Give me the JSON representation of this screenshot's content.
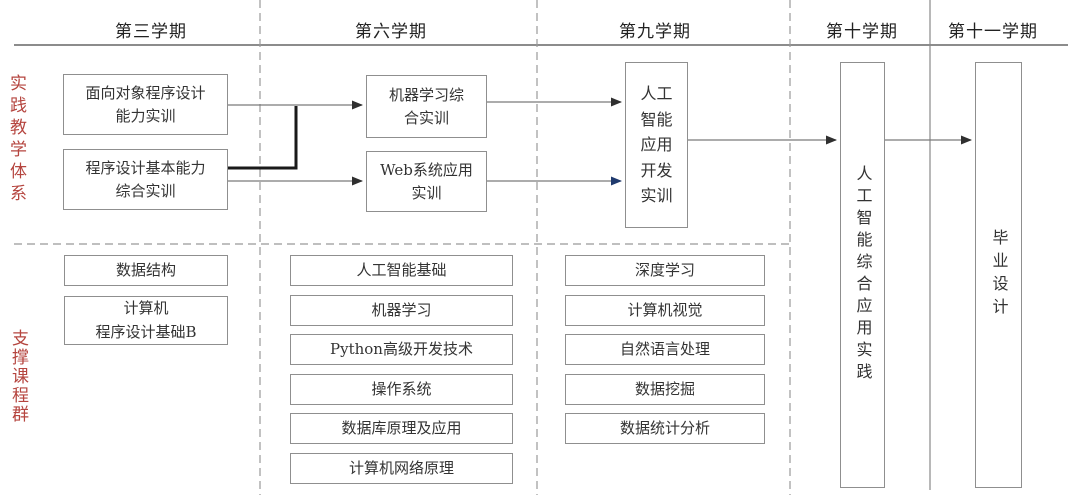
{
  "headers": {
    "sem3": "第三学期",
    "sem6": "第六学期",
    "sem9": "第九学期",
    "sem10": "第十学期",
    "sem11": "第十一学期"
  },
  "row_labels": {
    "practice": "实践教学体系",
    "support": "支撑课程群"
  },
  "practice_boxes": {
    "oop_training": "面向对象程序设计\n能力实训",
    "prog_basic_training": "程序设计基本能力\n综合实训",
    "ml_training": "机器学习综\n合实训",
    "web_training": "Web系统应用\n实训",
    "ai_dev_training": "人工智能应用开发实训",
    "ai_comprehensive_practice": "人工智能综合应用实践",
    "graduation_design": "毕业设计"
  },
  "support_courses": {
    "col1": [
      "数据结构",
      "计算机\n程序设计基础B"
    ],
    "col2": [
      "人工智能基础",
      "机器学习",
      "Python高级开发技术",
      "操作系统",
      "数据库原理及应用",
      "计算机网络原理"
    ],
    "col3": [
      "深度学习",
      "计算机视觉",
      "自然语言处理",
      "数据挖掘",
      "数据统计分析"
    ]
  },
  "colors": {
    "red_label": "#b5453f",
    "box_border": "#8f8f8f",
    "connector_line": "#7a7a7a",
    "arrow_dark": "#2f2f2f",
    "arrow_blue": "#1f3a6e",
    "thick_link": "#1a1a1a",
    "separator": "#999999"
  }
}
